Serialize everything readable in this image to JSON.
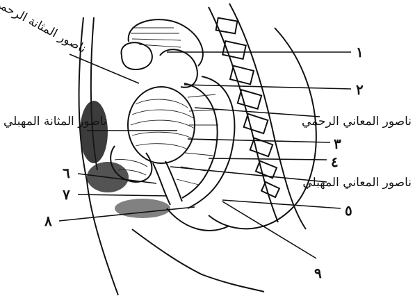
{
  "figure": {
    "labels_arabic": {
      "top_left": "ناصور المثانة الرحمي",
      "right_1": "ناصور المعاني الرحمي",
      "left_1": "ناصور المثانة المهبلي",
      "right_2": "ناصور المعاني المهبلي"
    },
    "labels_numeric": [
      "١",
      "٢",
      "٣",
      "٤",
      "٥",
      "٦",
      "٧",
      "٨",
      "٩"
    ]
  }
}
